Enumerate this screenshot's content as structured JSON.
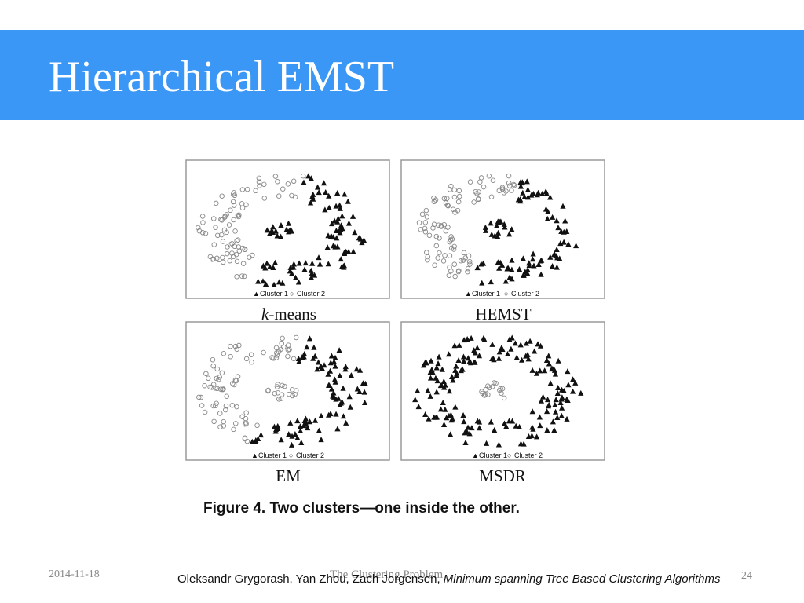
{
  "slide": {
    "title": "Hierarchical EMST",
    "accent_color": "#3b97f5"
  },
  "figure": {
    "panels": [
      {
        "caption_prefix": "k",
        "caption_rest": "-means",
        "legend_c1": "Cluster 1",
        "legend_c2": "Cluster 2",
        "outer_ring": "split",
        "inner_cluster": "triangles"
      },
      {
        "caption_prefix": "",
        "caption_rest": "HEMST",
        "legend_c1": "Cluster 1",
        "legend_c2": "Cluster 2",
        "outer_ring": "split",
        "inner_cluster": "triangles"
      },
      {
        "caption_prefix": "",
        "caption_rest": "EM",
        "legend_c1": "Cluster 1",
        "legend_c2": "Cluster 2",
        "outer_ring": "split",
        "inner_cluster": "circles"
      },
      {
        "caption_prefix": "",
        "caption_rest": "MSDR",
        "legend_c1": "Cluster 1",
        "legend_c2": "Cluster 2",
        "outer_ring": "triangles",
        "inner_cluster": "circles"
      }
    ],
    "caption": "Figure 4. Two clusters—one inside the other."
  },
  "footer": {
    "date": "2014-11-18",
    "center": "The Clustering Problem",
    "page": "24"
  },
  "citation": {
    "authors": "Oleksandr Grygorash, Yan Zhou, Zach Jorgensen, ",
    "title": "Minimum spanning Tree Based Clustering Algorithms"
  }
}
